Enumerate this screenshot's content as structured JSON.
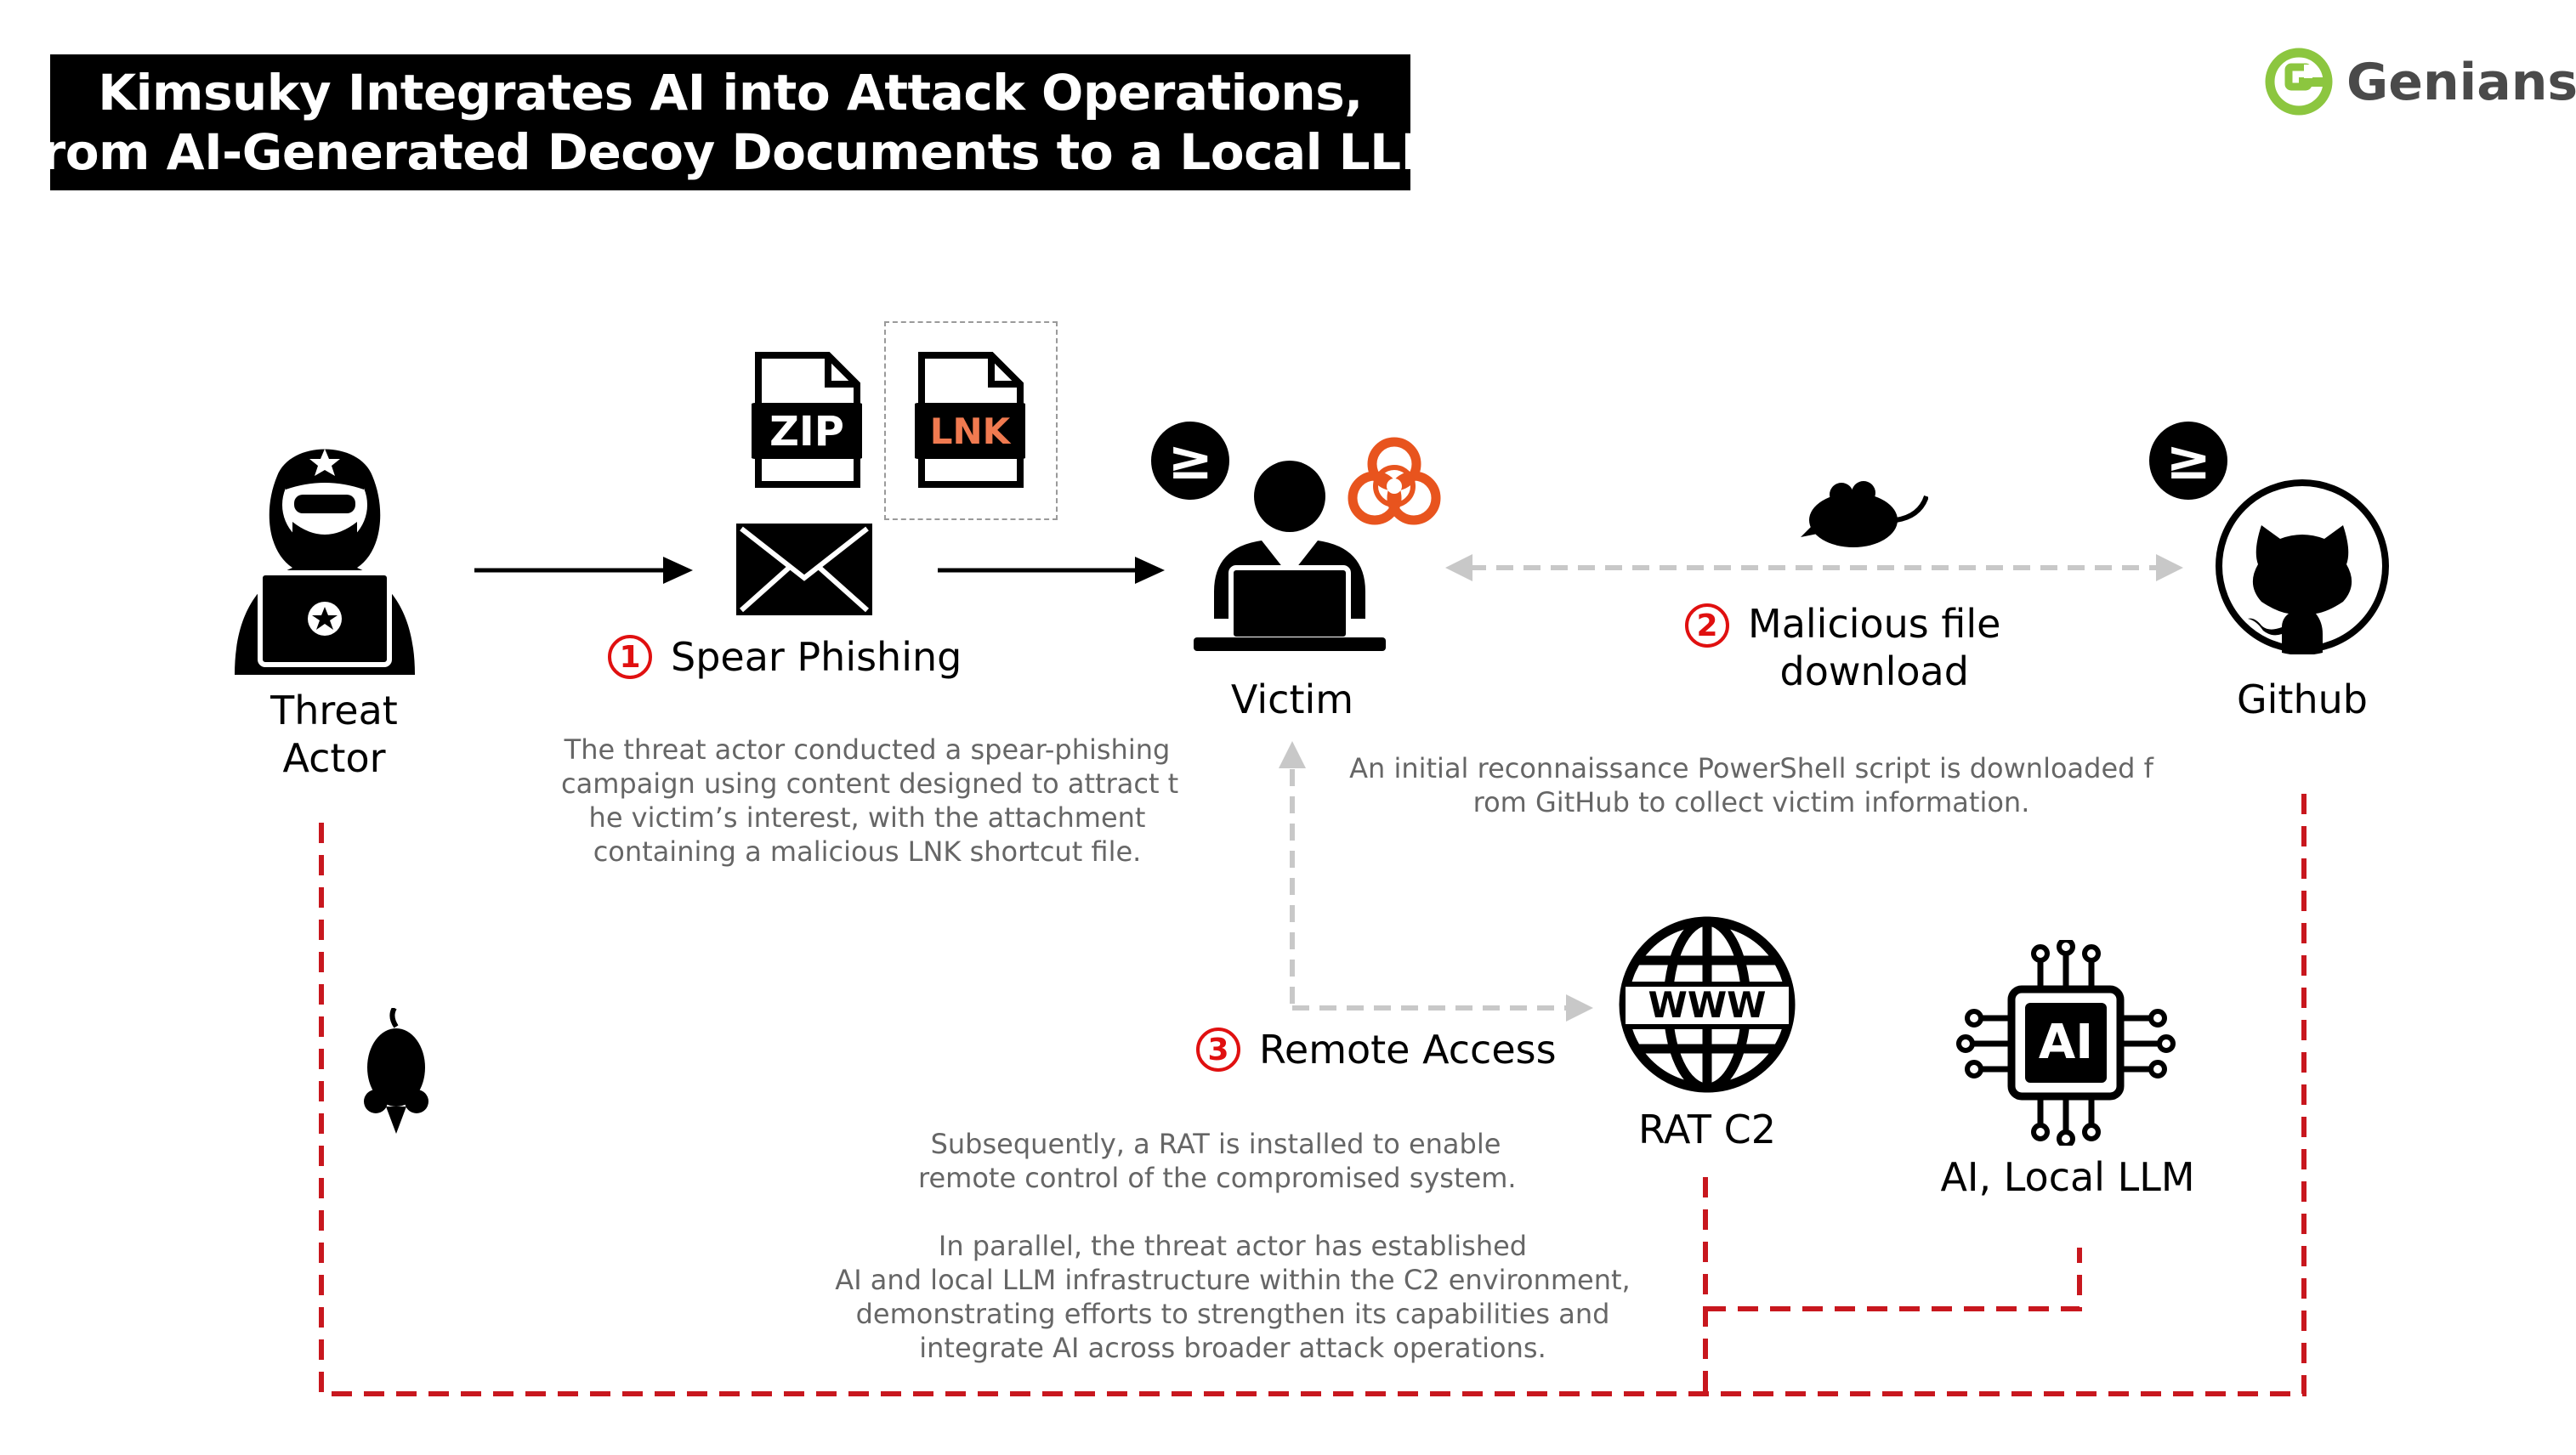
{
  "header": {
    "title_line1": "Kimsuky Integrates AI into Attack Operations,",
    "title_line2": "From AI-Generated Decoy Documents to a Local LLM"
  },
  "brand": {
    "name": "Genians",
    "color": "#8cc63f"
  },
  "nodes": {
    "threat_actor": {
      "label_line1": "Threat",
      "label_line2": "Actor",
      "icon": "hacker-icon"
    },
    "zip_file": {
      "label": "ZIP",
      "icon": "zip-file-icon"
    },
    "lnk_file": {
      "label": "LNK",
      "icon": "lnk-file-icon",
      "label_color": "#f07a50"
    },
    "email": {
      "icon": "envelope-icon"
    },
    "victim": {
      "label": "Victim",
      "icon": "user-at-laptop-icon",
      "badge": "≥"
    },
    "biohazard": {
      "icon": "biohazard-icon",
      "color": "#e8541e"
    },
    "github": {
      "label": "Github",
      "icon": "github-icon",
      "badge": "≥"
    },
    "rat_c2": {
      "label": "RAT C2",
      "icon": "www-globe-icon",
      "globe_text": "WWW"
    },
    "ai_llm": {
      "label": "AI, Local LLM",
      "icon": "ai-chip-icon",
      "chip_text": "AI"
    }
  },
  "steps": [
    {
      "number": "1",
      "label": "Spear Phishing"
    },
    {
      "number": "2",
      "label_line1": "Malicious file",
      "label_line2": "download"
    },
    {
      "number": "3",
      "label": "Remote Access"
    }
  ],
  "descriptions": {
    "spear_phishing": [
      "The threat actor conducted a spear-phishing",
      "campaign using content designed to attract t",
      "he victim’s interest, with the attachment",
      "containing a malicious LNK shortcut file."
    ],
    "download": [
      "An initial reconnaissance PowerShell script is downloaded f",
      "rom GitHub to collect victim information."
    ],
    "rat": [
      "Subsequently, a RAT is installed to enable",
      "remote control of the compromised system."
    ],
    "parallel": [
      "In parallel, the threat actor has established",
      "AI and local LLM infrastructure within the C2 environment,",
      "demonstrating efforts to strengthen its capabilities and",
      "integrate AI across broader attack operations."
    ]
  },
  "colors": {
    "step_number": "#e01010",
    "infrastructure_link": "#c8171e",
    "flow_arrow": "#000000",
    "dashed_arrow": "#c8c8c8",
    "description_text": "#666666"
  }
}
